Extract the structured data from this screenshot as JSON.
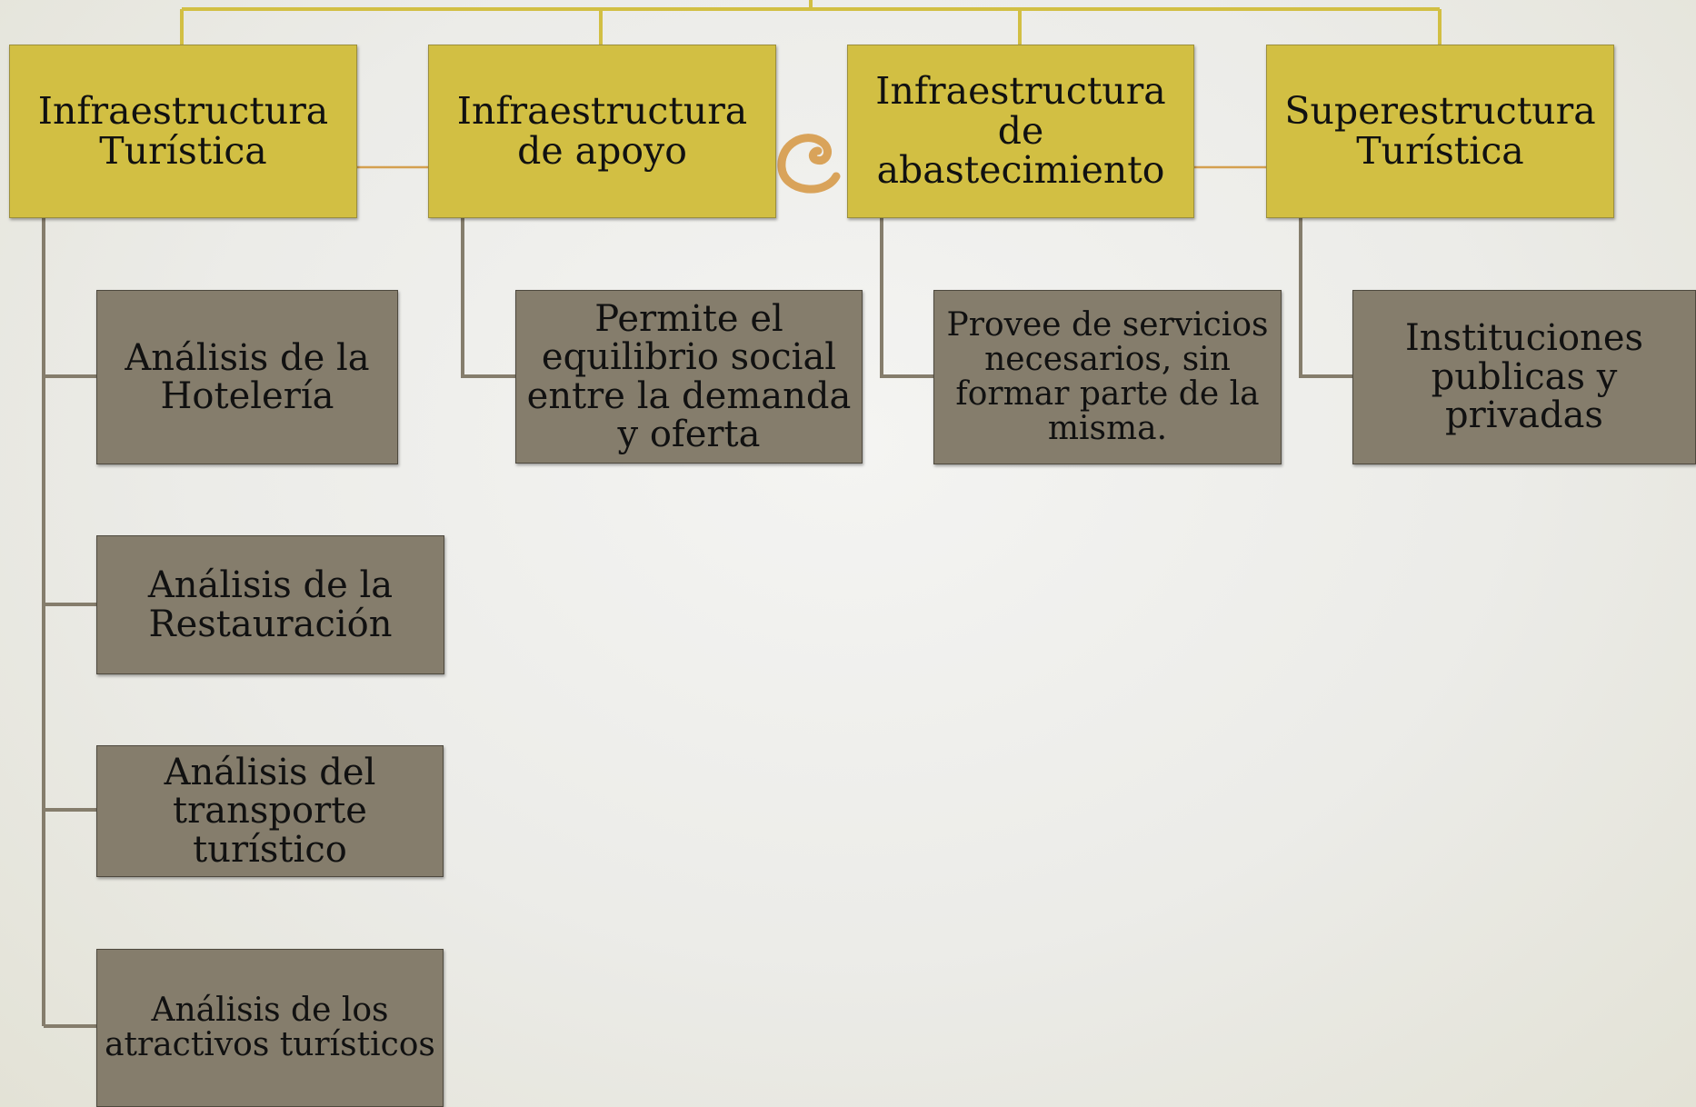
{
  "diagram": {
    "categories": [
      {
        "label": "Infraestructura Turística",
        "children": [
          "Análisis de la Hotelería",
          "Análisis de la Restauración",
          "Análisis del transporte turístico",
          "Análisis de los atractivos turísticos"
        ]
      },
      {
        "label": "Infraestructura de apoyo",
        "children": [
          "Permite el equilibrio social entre la demanda y oferta"
        ]
      },
      {
        "label": "Infraestructura de abastecimiento",
        "children": [
          "Provee de servicios necesarios, sin formar parte de la misma."
        ]
      },
      {
        "label": "Superestructura Turística",
        "children": [
          "Instituciones publicas y privadas"
        ]
      }
    ]
  },
  "colors": {
    "top_box": "#d2bf43",
    "sub_box": "#857d6c",
    "top_connector": "#d2bf43",
    "side_connector": "#d4a050",
    "child_connector": "#857d6c",
    "swirl": "#d9a35a"
  }
}
